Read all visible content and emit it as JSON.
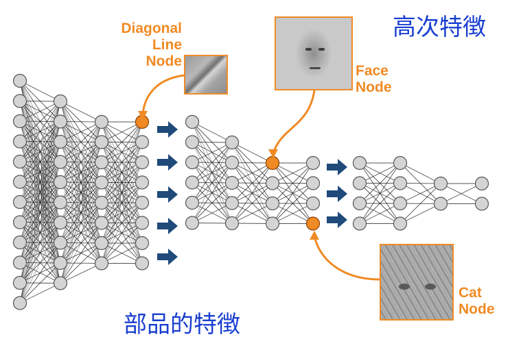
{
  "labels": {
    "diagonal_line": [
      "Diagonal",
      "Line",
      "Node"
    ],
    "face": [
      "Face",
      "Node"
    ],
    "cat": [
      "Cat",
      "Node"
    ],
    "high_level": "高次特徴",
    "part_level": "部品的特徴"
  },
  "colors": {
    "node_fill": "#D4D4D4",
    "node_stroke": "#555555",
    "highlight": "#F08A24",
    "arrow": "#1F4A7A",
    "edge": "#1a1a1a",
    "label_blue": "#1A3FD1"
  },
  "icons": [
    "diagonal-line-feature-image",
    "face-feature-image",
    "cat-feature-image",
    "right-arrow-icon"
  ]
}
